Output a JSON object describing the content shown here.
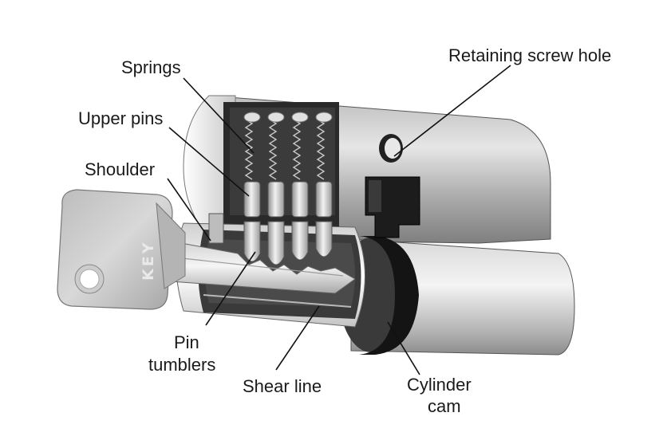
{
  "labels": {
    "springs": "Springs",
    "upper_pins": "Upper pins",
    "shoulder": "Shoulder",
    "retaining_screw_hole": "Retaining screw hole",
    "pin_tumblers_line1": "Pin",
    "pin_tumblers_line2": "tumblers",
    "shear_line": "Shear line",
    "cylinder_cam_line1": "Cylinder",
    "cylinder_cam_line2": "cam"
  },
  "key_text": "KEY"
}
